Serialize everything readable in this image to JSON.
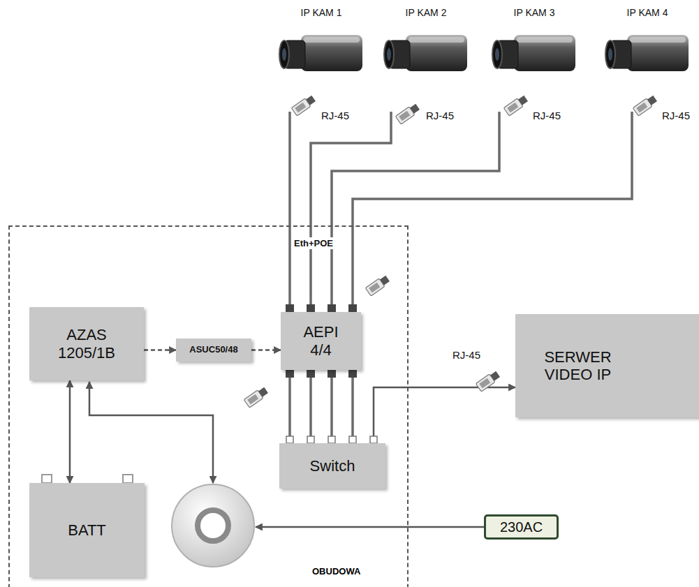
{
  "diagram": {
    "nodes": [
      {
        "text": [
          "IP KAM 1"
        ]
      },
      {
        "text": [
          "IP KAM 2"
        ]
      },
      {
        "text": [
          "IP KAM 3"
        ]
      },
      {
        "text": [
          "IP KAM 4"
        ]
      },
      {
        "text": [
          "OBUDOWA"
        ]
      },
      {
        "text": [
          "AZAS 1205/1B"
        ],
        "in": 4
      },
      {
        "text": [
          "ASUC50/48"
        ],
        "in": 4
      },
      {
        "text": [
          "AEPI 4/4"
        ],
        "in": 4
      },
      {
        "text": [
          "Switch"
        ],
        "in": 4
      },
      {
        "text": [
          "BATT"
        ],
        "in": 4
      },
      {
        "text": [
          "SERWER VIDEO IP"
        ]
      },
      {
        "text": [
          "230AC"
        ]
      }
    ],
    "edges": [
      {
        "from": 5,
        "to": 6,
        "arrow": "to"
      },
      {
        "from": 6,
        "to": 7,
        "arrow": "to"
      },
      {
        "from": 0,
        "to": 7,
        "arrow": "none"
      },
      {
        "from": 1,
        "to": 7,
        "arrow": "none"
      },
      {
        "from": 2,
        "to": 7,
        "arrow": "none"
      },
      {
        "from": 3,
        "to": 7,
        "arrow": "none"
      },
      {
        "from": 7,
        "to": 8,
        "arrow": "none"
      },
      {
        "from": 7,
        "to": 8,
        "arrow": "none"
      },
      {
        "from": 7,
        "to": 8,
        "arrow": "none"
      },
      {
        "from": 7,
        "to": 8,
        "arrow": "none"
      },
      {
        "from": 5,
        "to": 9,
        "arrow": "both"
      },
      {
        "from": 10,
        "to": 8,
        "arrow": "both"
      }
    ],
    "labels": [
      "RJ-45",
      "RJ-45",
      "RJ-45",
      "RJ-45",
      "Eth+POE",
      "RJ-45"
    ]
  }
}
